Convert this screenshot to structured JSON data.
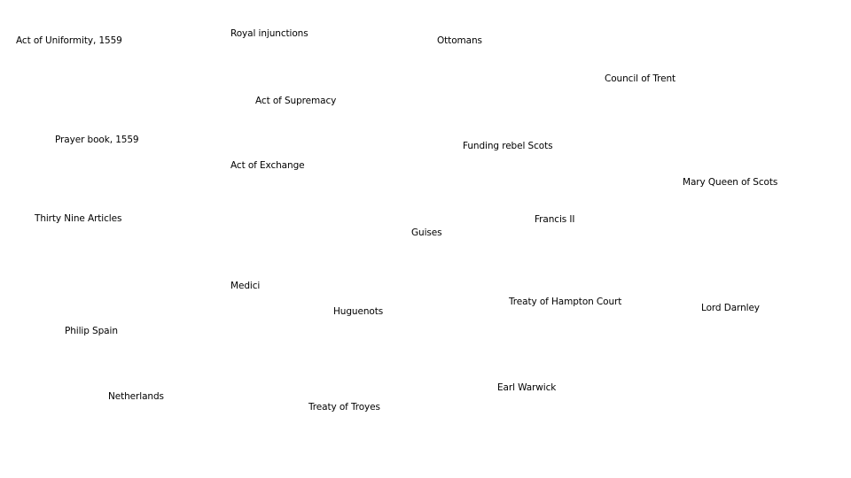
{
  "terms": [
    {
      "key": "act-of-uniformity",
      "label": "Act of Uniformity, 1559"
    },
    {
      "key": "royal-injunctions",
      "label": "Royal injunctions"
    },
    {
      "key": "ottomans",
      "label": "Ottomans"
    },
    {
      "key": "council-of-trent",
      "label": "Council of Trent"
    },
    {
      "key": "act-of-supremacy",
      "label": "Act of Supremacy"
    },
    {
      "key": "prayer-book",
      "label": "Prayer book, 1559"
    },
    {
      "key": "funding-rebel-scots",
      "label": "Funding rebel Scots"
    },
    {
      "key": "act-of-exchange",
      "label": "Act of Exchange"
    },
    {
      "key": "mary-queen-of-scots",
      "label": "Mary Queen of Scots"
    },
    {
      "key": "thirty-nine-articles",
      "label": "Thirty Nine Articles"
    },
    {
      "key": "francis-ii",
      "label": "Francis II"
    },
    {
      "key": "guises",
      "label": "Guises"
    },
    {
      "key": "medici",
      "label": "Medici"
    },
    {
      "key": "treaty-of-hampton-court",
      "label": "Treaty of Hampton Court"
    },
    {
      "key": "lord-darnley",
      "label": "Lord Darnley"
    },
    {
      "key": "huguenots",
      "label": "Huguenots"
    },
    {
      "key": "philip-spain",
      "label": "Philip Spain"
    },
    {
      "key": "earl-warwick",
      "label": "Earl Warwick"
    },
    {
      "key": "netherlands",
      "label": "Netherlands"
    },
    {
      "key": "treaty-of-troyes",
      "label": "Treaty of Troyes"
    }
  ]
}
